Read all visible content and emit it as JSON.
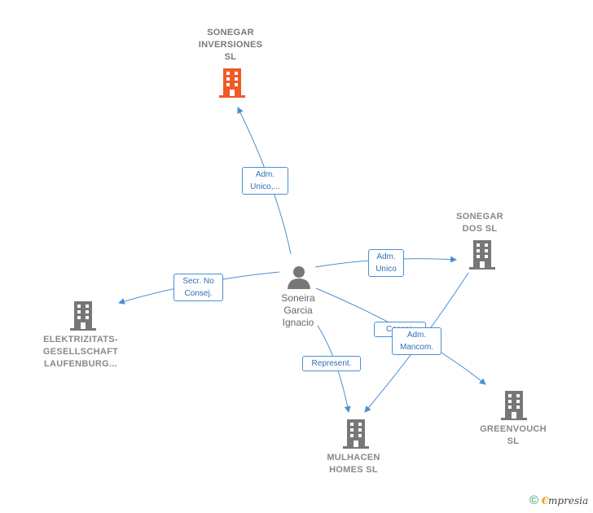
{
  "colors": {
    "edge": "#4a8fd6",
    "main_company": "#f05a28",
    "company": "#777777",
    "person": "#777777"
  },
  "person": {
    "name_lines": [
      "Soneira",
      "Garcia",
      "Ignacio"
    ],
    "icon": "person-icon"
  },
  "companies": [
    {
      "key": "sonegar_inversiones",
      "lines": [
        "SONEGAR",
        "INVERSIONES",
        "SL"
      ],
      "icon": "building-icon",
      "highlighted": true
    },
    {
      "key": "sonegar_dos",
      "lines": [
        "SONEGAR",
        "DOS  SL"
      ],
      "icon": "building-icon",
      "highlighted": false
    },
    {
      "key": "elektrizitats",
      "lines": [
        "ELEKTRIZITATS-",
        "GESELLSCHAFT",
        "LAUFENBURG..."
      ],
      "icon": "building-icon",
      "highlighted": false
    },
    {
      "key": "mulhacen",
      "lines": [
        "MULHACEN",
        "HOMES  SL"
      ],
      "icon": "building-icon",
      "highlighted": false
    },
    {
      "key": "greenvouch",
      "lines": [
        "GREENVOUCH",
        "SL"
      ],
      "icon": "building-icon",
      "highlighted": false
    }
  ],
  "edges": [
    {
      "key": "to_inversiones",
      "lines": [
        "Adm.",
        "Unico,..."
      ]
    },
    {
      "key": "to_dos",
      "lines": [
        "Adm.",
        "Unico"
      ]
    },
    {
      "key": "to_elektrizitats",
      "lines": [
        "Secr.  No",
        "Consej."
      ]
    },
    {
      "key": "to_mulhacen",
      "lines": [
        "Represent."
      ]
    },
    {
      "key": "to_greenvouch",
      "lines": [
        "Consej."
      ]
    },
    {
      "key": "dos_to_mulhacen",
      "lines": [
        "Adm.",
        "Mancom."
      ]
    }
  ],
  "footer": {
    "copyright": "©",
    "brand_first": "€",
    "brand_rest": "mpresia"
  }
}
